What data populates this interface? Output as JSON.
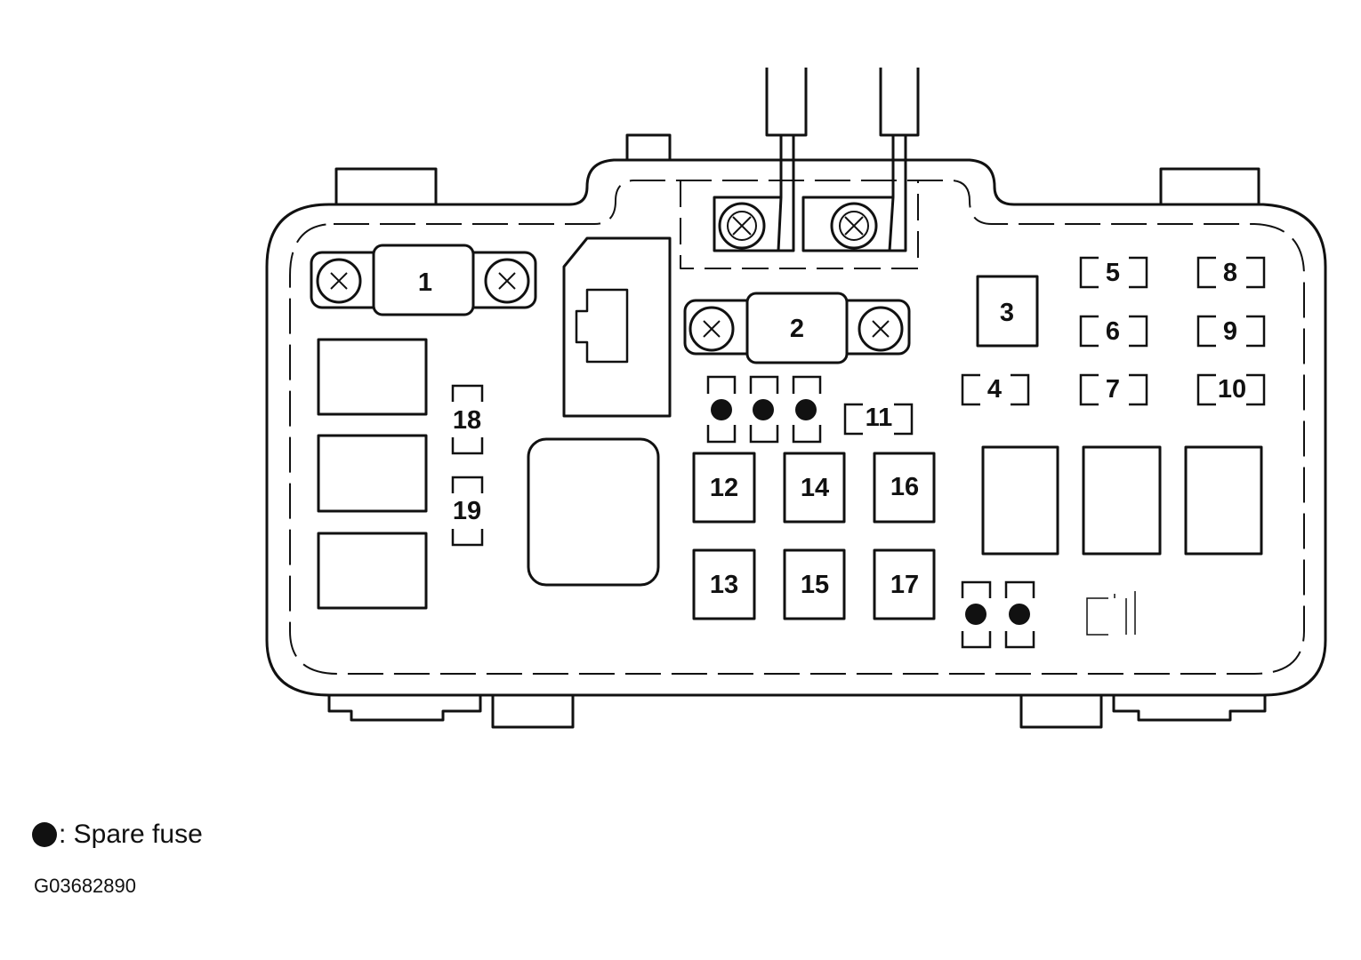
{
  "fuse_labels": [
    "1",
    "2",
    "3",
    "4",
    "5",
    "6",
    "7",
    "8",
    "9",
    "10",
    "11",
    "12",
    "13",
    "14",
    "15",
    "16",
    "17",
    "18",
    "19"
  ],
  "legend": {
    "symbol": "spare-fuse-dot-icon",
    "text": ": Spare fuse"
  },
  "figure_code": "G03682890",
  "colors": {
    "line": "#111111",
    "background": "#ffffff"
  }
}
